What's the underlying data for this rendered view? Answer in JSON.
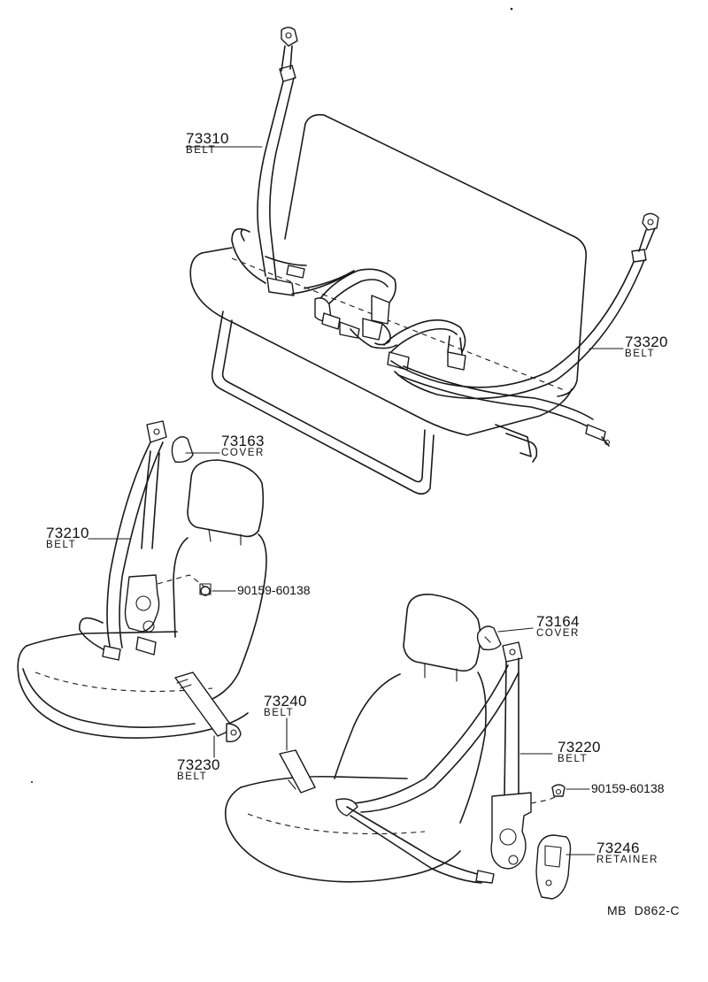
{
  "parts": [
    {
      "number": "73310",
      "name": "BELT"
    },
    {
      "number": "73320",
      "name": "BELT"
    },
    {
      "number": "73163",
      "name": "COVER"
    },
    {
      "number": "73210",
      "name": "BELT"
    },
    {
      "number": "73164",
      "name": "COVER"
    },
    {
      "number": "73240",
      "name": "BELT"
    },
    {
      "number": "73230",
      "name": "BELT"
    },
    {
      "number": "73220",
      "name": "BELT"
    },
    {
      "number": "73246",
      "name": "RETAINER"
    }
  ],
  "bolts": [
    {
      "number": "90159-60138"
    },
    {
      "number": "90159-60138"
    }
  ],
  "drawing_code": "MB  D862-C"
}
